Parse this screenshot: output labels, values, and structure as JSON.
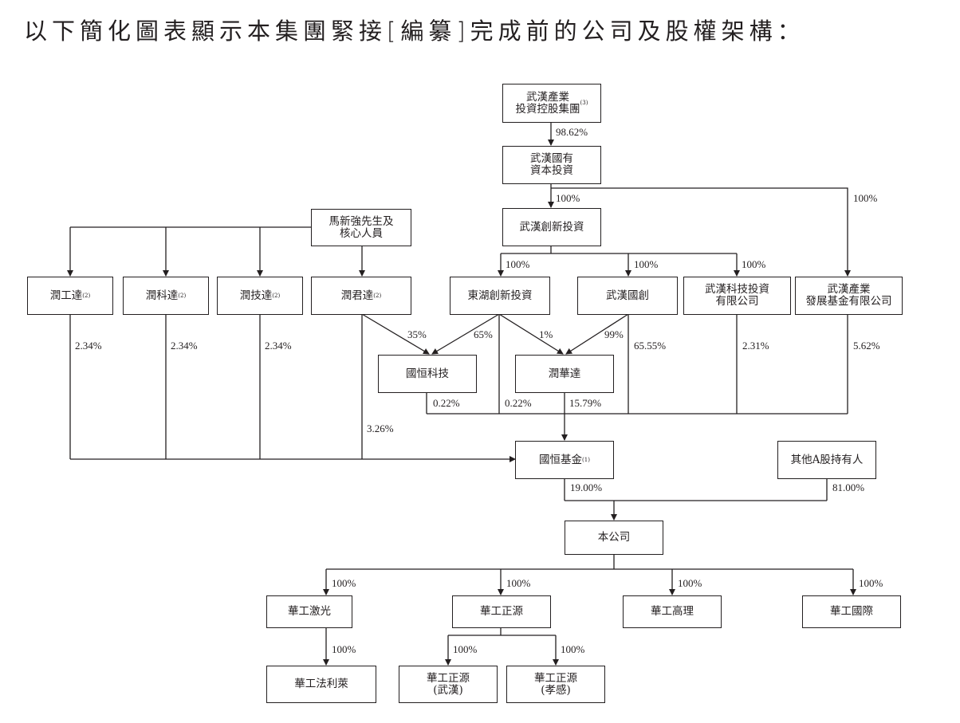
{
  "title": "以下簡化圖表顯示本集團緊接[編纂]完成前的公司及股權架構：",
  "entities": {
    "wuhan_industry_group": {
      "name": "武漢產業\n投資控股集團",
      "note": "(3)"
    },
    "wuhan_state_capital": {
      "name": "武漢國有\n資本投資"
    },
    "wuhan_innovation": {
      "name": "武漢創新投資"
    },
    "ma_xinqiang": {
      "name": "馬新強先生及\n核心人員"
    },
    "rungongda": {
      "name": "潤工達",
      "note": "(2)"
    },
    "runkeda": {
      "name": "潤科達",
      "note": "(2)"
    },
    "runjida": {
      "name": "潤技達",
      "note": "(2)"
    },
    "runjunda": {
      "name": "潤君達",
      "note": "(2)"
    },
    "donghu_innovation": {
      "name": "東湖創新投資"
    },
    "wuhan_guochuang": {
      "name": "武漢國創"
    },
    "wuhan_tech_invest": {
      "name": "武漢科技投資\n有限公司"
    },
    "wuhan_industry_fund": {
      "name": "武漢產業\n發展基金有限公司"
    },
    "guoheng_tech": {
      "name": "國恒科技"
    },
    "runhuada": {
      "name": "潤華達"
    },
    "guoheng_fund": {
      "name": "國恒基金",
      "note": "(1)"
    },
    "other_a_holders": {
      "name": "其他A股持有人"
    },
    "company": {
      "name": "本公司"
    },
    "hg_laser": {
      "name": "華工激光"
    },
    "hg_zhengyuan": {
      "name": "華工正源"
    },
    "hg_gaoli": {
      "name": "華工高理"
    },
    "hg_international": {
      "name": "華工國際"
    },
    "hg_farley": {
      "name": "華工法利萊"
    },
    "hg_zy_wuhan": {
      "name": "華工正源\n(武漢)"
    },
    "hg_zy_xiaogan": {
      "name": "華工正源\n(孝感)"
    }
  },
  "percentages": {
    "group_to_state": "98.62%",
    "state_to_innovation": "100%",
    "state_to_industry_fund": "100%",
    "innovation_to_donghu": "100%",
    "innovation_to_guochuang": "100%",
    "innovation_to_tech_invest": "100%",
    "rungongda_to_fund": "2.34%",
    "runkeda_to_fund": "2.34%",
    "runjida_to_fund": "2.34%",
    "runjunda_to_fund": "3.26%",
    "runjunda_to_guoheng_tech": "35%",
    "donghu_to_guoheng_tech": "65%",
    "donghu_to_runhuada": "1%",
    "guochuang_to_runhuada": "99%",
    "guochuang_to_fund": "65.55%",
    "tech_invest_to_fund": "2.31%",
    "industry_fund_to_fund": "5.62%",
    "guoheng_tech_to_fund": "0.22%",
    "donghu_to_fund": "0.22%",
    "runhuada_to_fund": "15.79%",
    "fund_to_company": "19.00%",
    "others_to_company": "81.00%",
    "company_to_laser": "100%",
    "company_to_zhengyuan": "100%",
    "company_to_gaoli": "100%",
    "company_to_international": "100%",
    "laser_to_farley": "100%",
    "zhengyuan_to_wuhan": "100%",
    "zhengyuan_to_xiaogan": "100%"
  }
}
